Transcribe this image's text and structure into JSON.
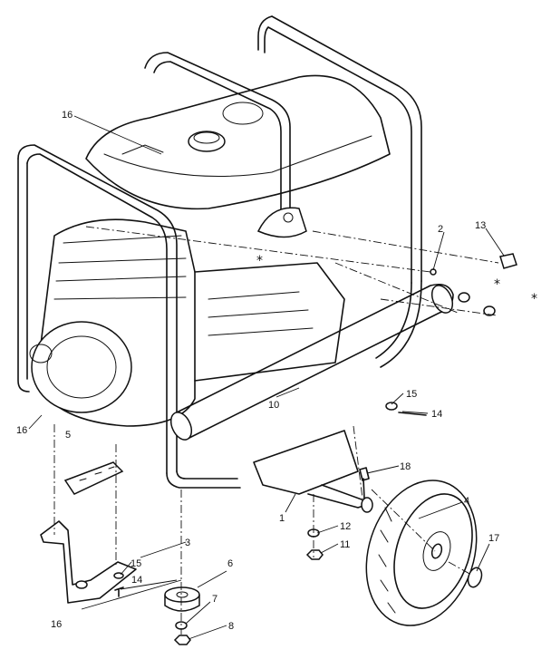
{
  "callouts": {
    "c16a": "16",
    "c16b": "16",
    "c16c": "16",
    "c2": "2",
    "c13": "13",
    "c10": "10",
    "c15a": "15",
    "c15b": "15",
    "c14a": "14",
    "c14b": "14",
    "c18": "18",
    "c4": "4",
    "c17": "17",
    "c5": "5",
    "c3": "3",
    "c6": "6",
    "c7": "7",
    "c8": "8",
    "c11": "11",
    "c12": "12",
    "c1": "1"
  },
  "marks": {
    "star_a": "*",
    "star_b": "*",
    "star_c": "*"
  }
}
